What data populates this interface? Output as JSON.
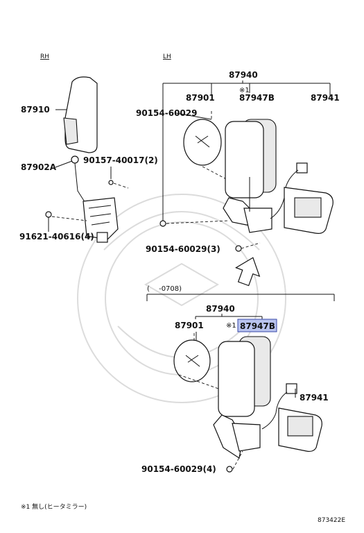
{
  "sections": {
    "rh": "RH",
    "lh": "LH",
    "lower_range": "(　 -0708)"
  },
  "labels": {
    "p87910": "87910",
    "p87902a": "87902A",
    "p90157": "90157-40017(2)",
    "p91621": "91621-40616(4)",
    "p87940_top": "87940",
    "p87901_top": "87901",
    "note_mark_top": "※1",
    "p87947b_top": "87947B",
    "p87941_top": "87941",
    "p90154_a": "90154-60029",
    "p90154_b": "90154-60029(3)",
    "p87940_bot": "87940",
    "p87901_bot": "87901",
    "note_mark_bot": "※1",
    "p87947b_bot": "87947B",
    "p87941_bot": "87941",
    "p90154_c": "90154-60029(4)"
  },
  "footnote": "※1 無し(ヒータミラー)",
  "code": "873422E",
  "colors": {
    "highlight": "#b9c3ee",
    "highlight_border": "#3848a8"
  },
  "icons": [
    "up-arrow-icon",
    "watermark-emblem"
  ]
}
